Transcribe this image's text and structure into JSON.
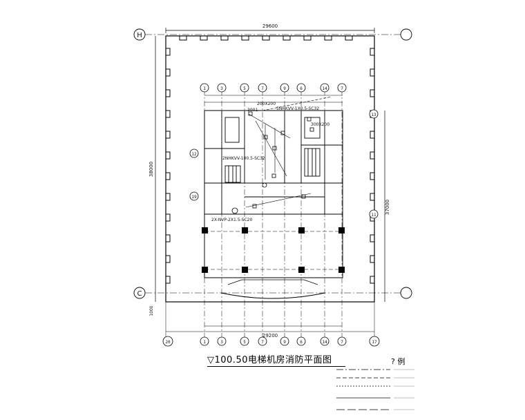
{
  "drawing": {
    "title": "▽100.50电梯机房消防平面图",
    "grid_h": "H",
    "grid_c": "C",
    "grid_top": [
      "1",
      "3",
      "5",
      "7",
      "9",
      "6",
      "14",
      "7"
    ],
    "grid_right": [
      "13",
      "11"
    ],
    "grid_left": [
      "12",
      "19"
    ],
    "grid_bottom": [
      "20",
      "1",
      "3",
      "5",
      "7",
      "9",
      "6",
      "14",
      "7",
      "17"
    ],
    "dim_top": "29600",
    "dim_bottom": "29200",
    "dim_left": "38000",
    "dim_right": "37000",
    "dim_left_small": "1000",
    "cable_1": "2NHKVV-100.5-SC32",
    "cable_2": "5NHKVV-1X0.5-SC32",
    "cable_3": "2X-NVP-2X1.5-SC20",
    "label_1": "3001",
    "label_2": "200X200",
    "label_3": "300X200"
  },
  "legend": {
    "title": "? 例"
  }
}
